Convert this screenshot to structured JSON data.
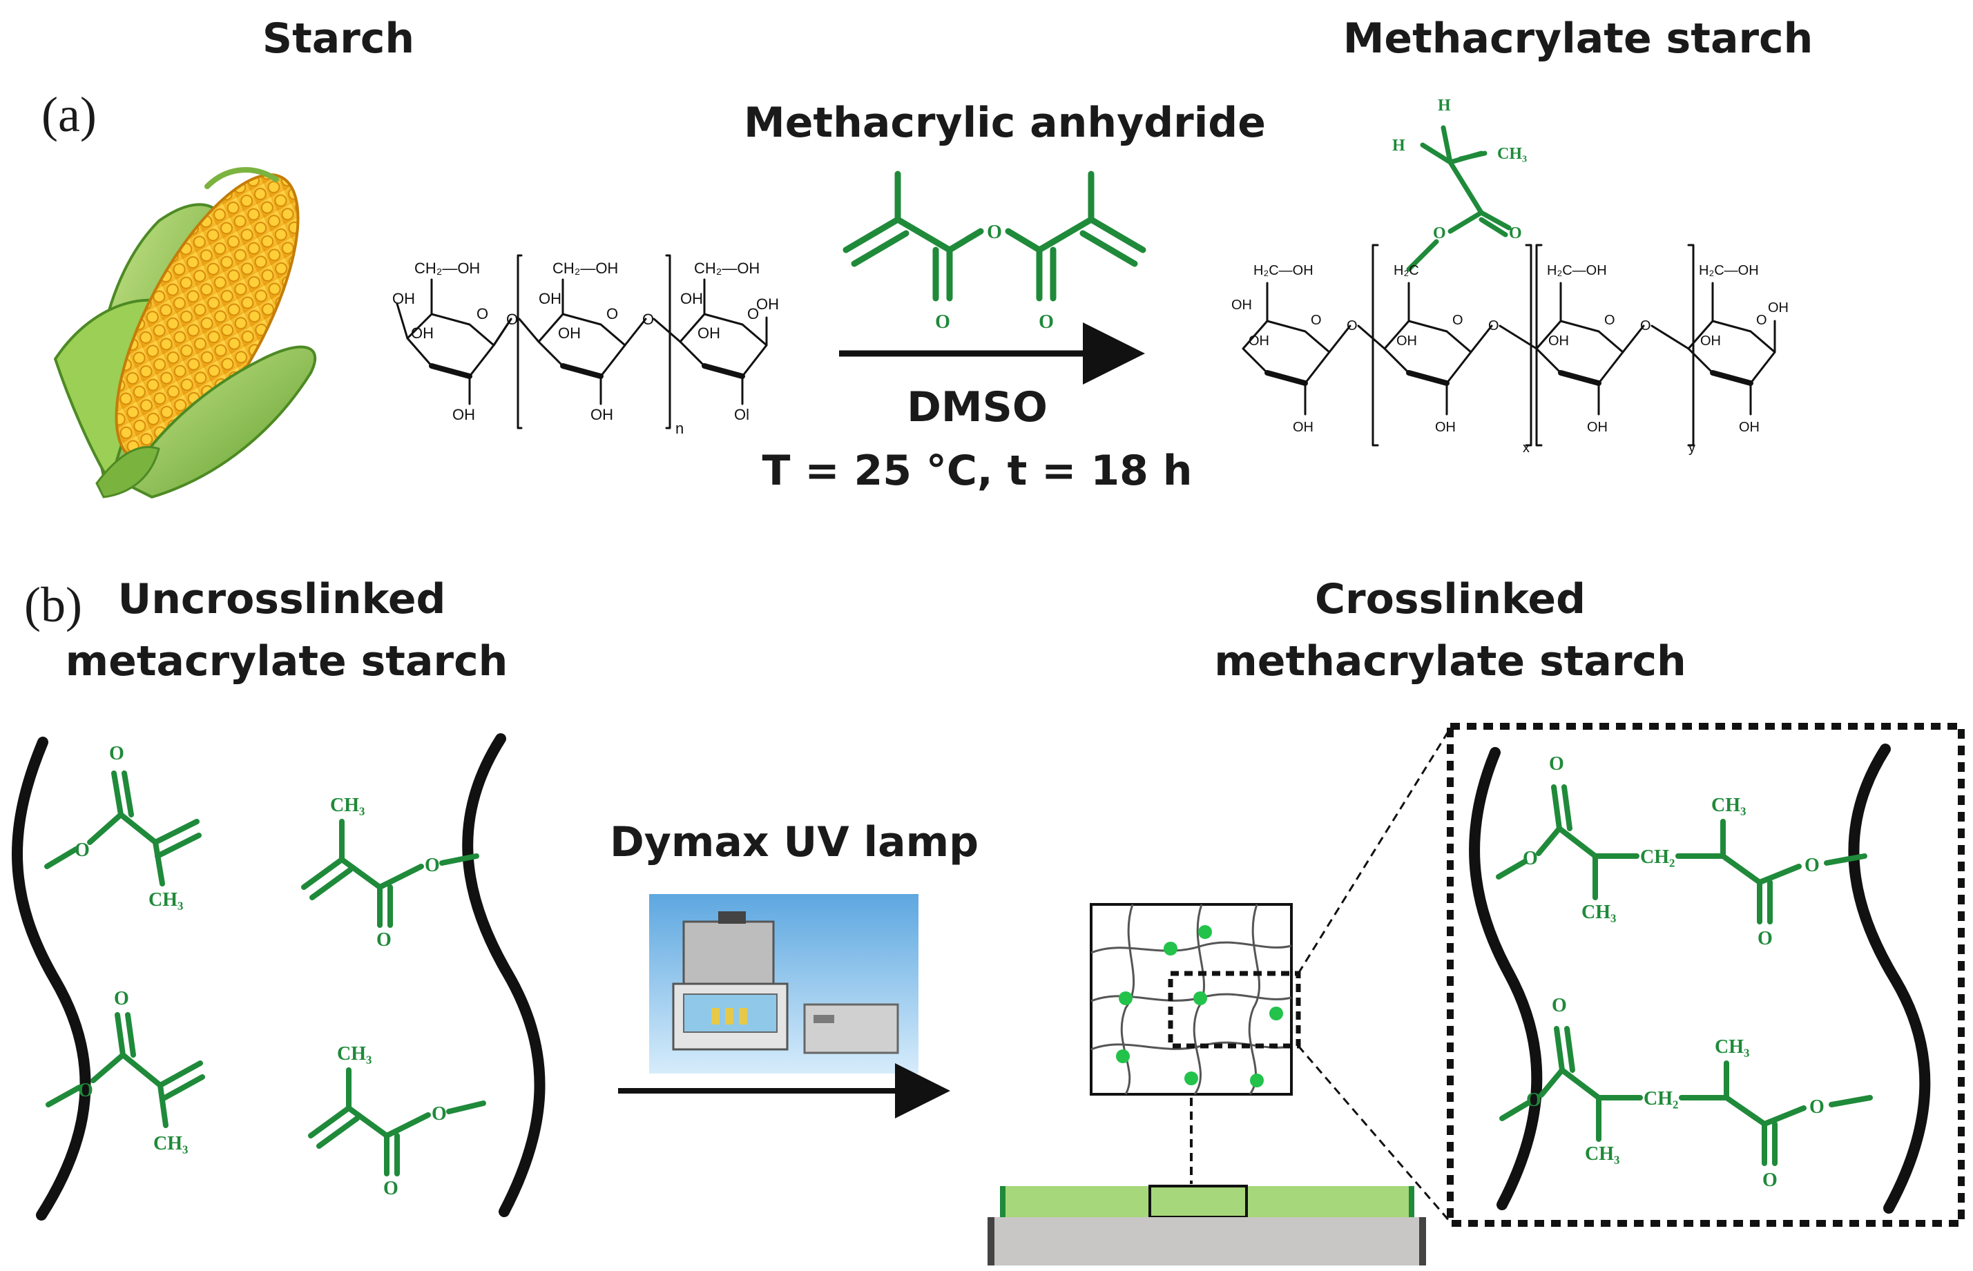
{
  "colors": {
    "green": "#1f8a3a",
    "light_green": "#a6d77a",
    "black": "#111111",
    "gray": "#c9c6c6"
  },
  "headings": {
    "starch": "Starch",
    "methacrylate_starch": "Methacrylate starch",
    "methacrylic_anhydride": "Methacrylic anhydride",
    "solvent": "DMSO",
    "conditions": "T = 25 °C, t = 18 h",
    "uncrosslinked_line1": "Uncrosslinked",
    "uncrosslinked_line2": "metacrylate starch",
    "crosslinked_line1": "Crosslinked",
    "crosslinked_line2": "methacrylate starch",
    "uv_lamp": "Dymax UV lamp"
  },
  "panels": {
    "a": "(a)",
    "b": "(b)"
  },
  "atoms": {
    "ch2oh": "CH₂—OH",
    "h2coh": "H₂C—OH",
    "h2c": "H₂C",
    "oh": "OH",
    "ol": "Ol",
    "o": "O",
    "h": "H",
    "ch3": "CH₃",
    "ch2": "CH₂"
  },
  "subscripts": {
    "n": "n",
    "x": "x",
    "y": "y"
  },
  "icons": [
    "corn-icon",
    "uv-lamp-photo",
    "network-icon",
    "substrate-icon"
  ]
}
